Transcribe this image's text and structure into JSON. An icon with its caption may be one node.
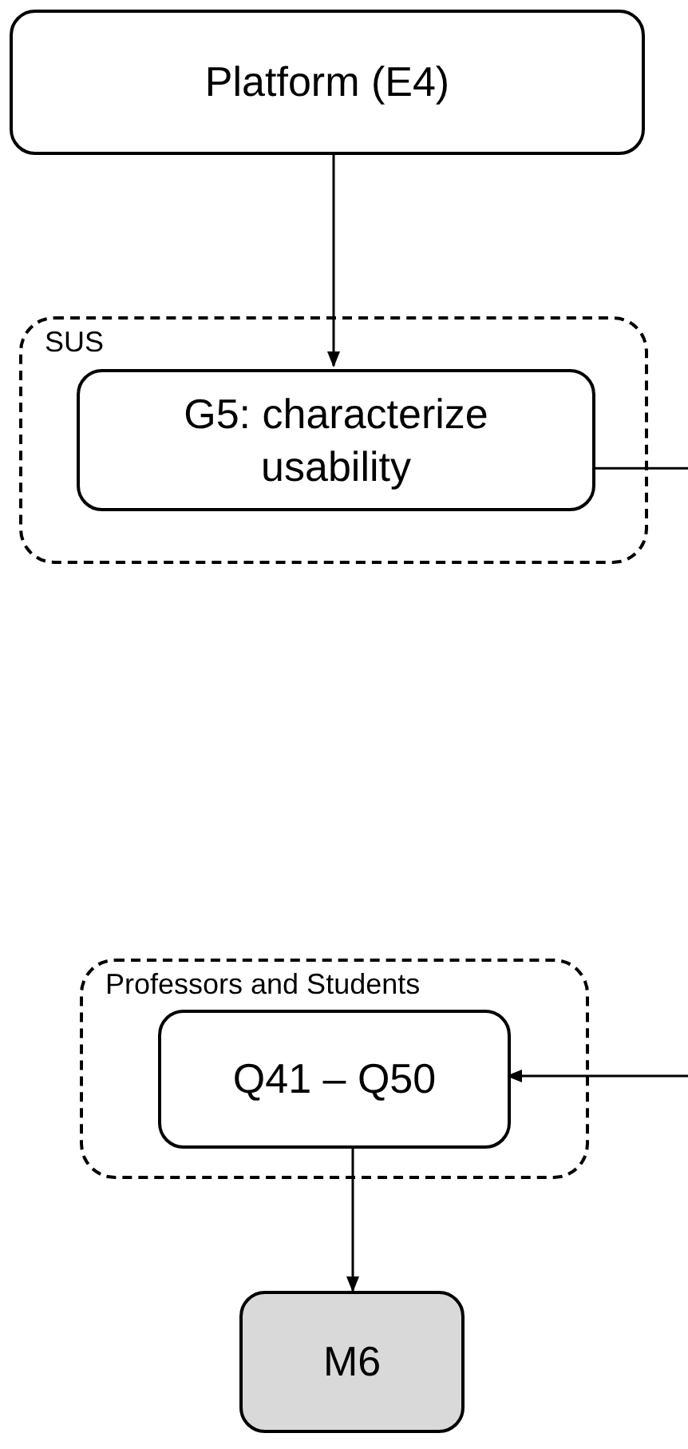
{
  "diagram": {
    "nodes": [
      {
        "text": [
          "Platform (E4)"
        ]
      },
      {
        "text": [
          "SUS"
        ]
      },
      {
        "text": [
          "G5: characterize usability"
        ],
        "in": 1
      },
      {
        "text": [
          "Professors and Students"
        ]
      },
      {
        "text": [
          "Q41 – Q50"
        ],
        "in": 3
      },
      {
        "text": [
          "M6"
        ]
      }
    ],
    "edges": [
      {
        "from": 0,
        "to": 2,
        "arrow": "to"
      },
      {
        "from": 2,
        "to": null,
        "arrow": "none"
      },
      {
        "from": null,
        "to": 4,
        "arrow": "to"
      },
      {
        "from": 4,
        "to": 5,
        "arrow": "to"
      }
    ]
  }
}
